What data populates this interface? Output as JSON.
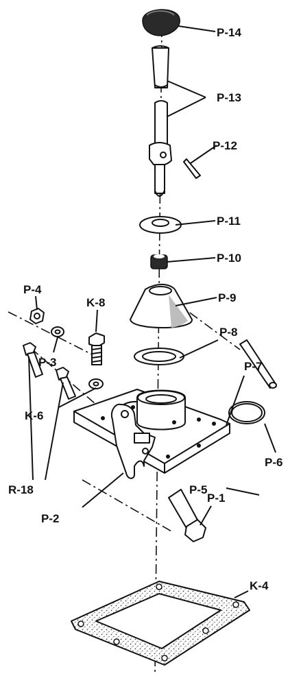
{
  "labels": {
    "p14": "P-14",
    "p13": "P-13",
    "p12": "P-12",
    "p11": "P-11",
    "p10": "P-10",
    "p9": "P-9",
    "p8": "P-8",
    "p7": "P-7",
    "p6": "P-6",
    "p5": "P-5",
    "p4": "P-4",
    "p3": "P-3",
    "p2": "P-2",
    "p1": "P-1",
    "k8": "K-8",
    "k6": "K-6",
    "k4": "K-4",
    "r18": "R-18"
  }
}
